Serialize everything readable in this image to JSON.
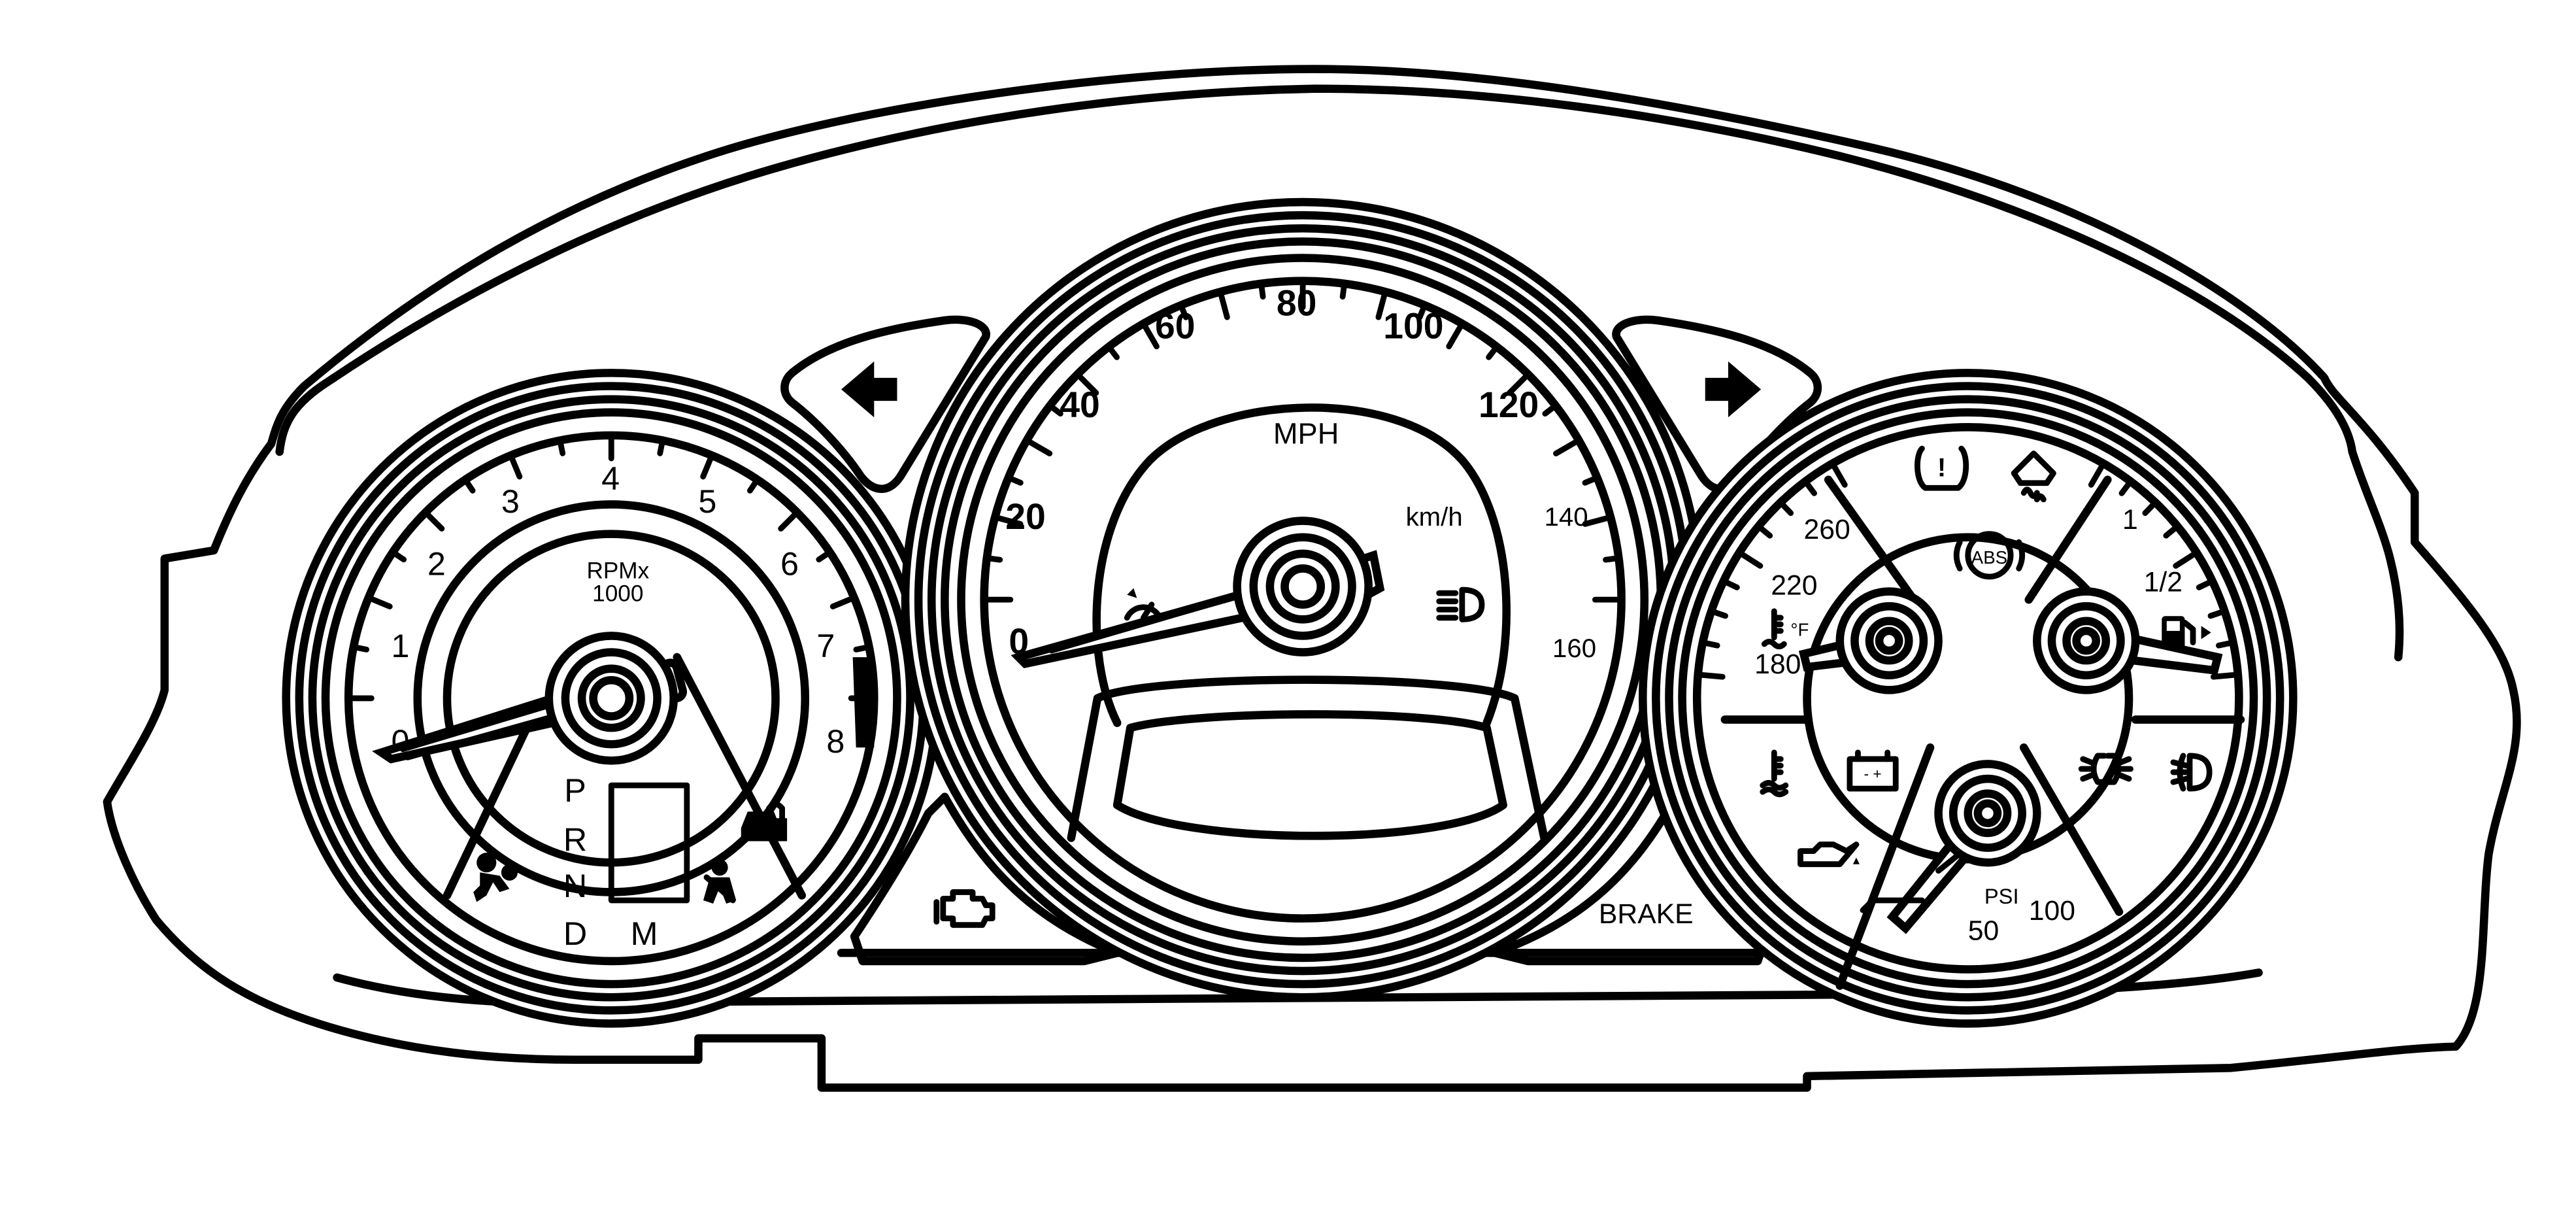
{
  "colors": {
    "line": "#000000",
    "background": "#ffffff"
  },
  "tachometer": {
    "label_line1": "RPMx",
    "label_line2": "1000",
    "ticks": [
      "0",
      "1",
      "2",
      "3",
      "4",
      "5",
      "6",
      "7",
      "8"
    ],
    "gear_letters": [
      "P",
      "R",
      "N",
      "D"
    ],
    "manual_mode": "M",
    "icons": [
      "airbag-icon",
      "seatbelt-icon",
      "security-lock-icon"
    ]
  },
  "speedometer": {
    "unit_mph": "MPH",
    "unit_kmh": "km/h",
    "mph_ticks": [
      "0",
      "20",
      "40",
      "60",
      "80",
      "100",
      "120"
    ],
    "kmh_ticks": [
      "140",
      "160"
    ],
    "icons": [
      "high-beam-icon",
      "cruise-control-icon"
    ]
  },
  "warning_panel": {
    "brake_text": "BRAKE",
    "icons": [
      "turn-left-arrow-icon",
      "turn-right-arrow-icon",
      "check-engine-icon"
    ]
  },
  "right_gauge": {
    "temp_ticks": [
      "260",
      "220",
      "180"
    ],
    "temp_unit": "°F",
    "fuel_ticks": [
      "1",
      "1/2"
    ],
    "oil_unit": "PSI",
    "oil_ticks": [
      "50",
      "100"
    ],
    "abs_text": "ABS",
    "battery_signs": "- +",
    "icons": [
      "tire-pressure-icon",
      "traction-control-icon",
      "abs-icon",
      "coolant-temp-icon",
      "fuel-pump-icon",
      "battery-icon",
      "low-coolant-icon",
      "oil-can-icon",
      "parking-lamp-icon",
      "front-fog-lamp-icon"
    ]
  }
}
